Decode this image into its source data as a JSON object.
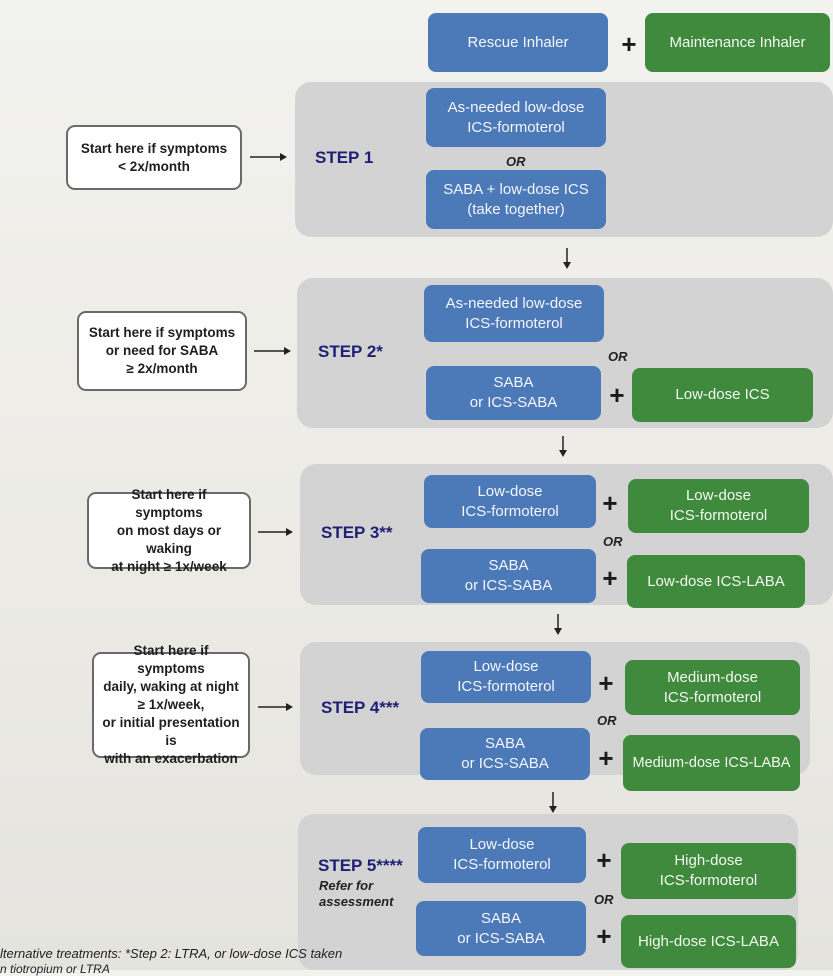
{
  "header": {
    "rescue_label": "Rescue Inhaler",
    "maintenance_label": "Maintenance Inhaler"
  },
  "steps": [
    {
      "label": "STEP 1",
      "start": [
        "Start here if symptoms",
        "< 2x/month"
      ],
      "option_a": {
        "rescue": [
          "As-needed low-dose",
          "ICS-formoterol"
        ]
      },
      "or": "OR",
      "option_b": {
        "rescue": [
          "SABA + low-dose ICS",
          "(take together)"
        ]
      }
    },
    {
      "label": "STEP 2*",
      "start": [
        "Start here if symptoms",
        "or need for SABA",
        "≥ 2x/month"
      ],
      "option_a": {
        "rescue": [
          "As-needed low-dose",
          "ICS-formoterol"
        ]
      },
      "or": "OR",
      "option_b": {
        "rescue": [
          "SABA",
          "or ICS-SABA"
        ],
        "maintenance": [
          "Low-dose ICS"
        ]
      }
    },
    {
      "label": "STEP 3**",
      "start": [
        "Start here if symptoms",
        "on most days or waking",
        "at night ≥ 1x/week"
      ],
      "option_a": {
        "rescue": [
          "Low-dose",
          "ICS-formoterol"
        ],
        "maintenance": [
          "Low-dose",
          "ICS-formoterol"
        ]
      },
      "or": "OR",
      "option_b": {
        "rescue": [
          "SABA",
          "or ICS-SABA"
        ],
        "maintenance": [
          "Low-dose ICS-LABA"
        ]
      }
    },
    {
      "label": "STEP 4***",
      "start": [
        "Start here if symptoms",
        "daily, waking at night",
        "≥ 1x/week,",
        "or initial presentation is",
        "with an exacerbation"
      ],
      "option_a": {
        "rescue": [
          "Low-dose",
          "ICS-formoterol"
        ],
        "maintenance": [
          "Medium-dose",
          "ICS-formoterol"
        ]
      },
      "or": "OR",
      "option_b": {
        "rescue": [
          "SABA",
          "or ICS-SABA"
        ],
        "maintenance": [
          "Medium-dose ICS-LABA"
        ]
      }
    },
    {
      "label": "STEP 5****",
      "refer": [
        "Refer for",
        "assessment"
      ],
      "option_a": {
        "rescue": [
          "Low-dose",
          "ICS-formoterol"
        ],
        "maintenance": [
          "High-dose",
          "ICS-formoterol"
        ]
      },
      "or": "OR",
      "option_b": {
        "rescue": [
          "SABA",
          "or ICS-SABA"
        ],
        "maintenance": [
          "High-dose ICS-LABA"
        ]
      }
    }
  ],
  "symbols": {
    "plus": "+"
  },
  "footer": {
    "line1": "lternative treatments: *Step 2: LTRA, or low-dose ICS taken",
    "line2": "n tiotropium or LTRA"
  }
}
